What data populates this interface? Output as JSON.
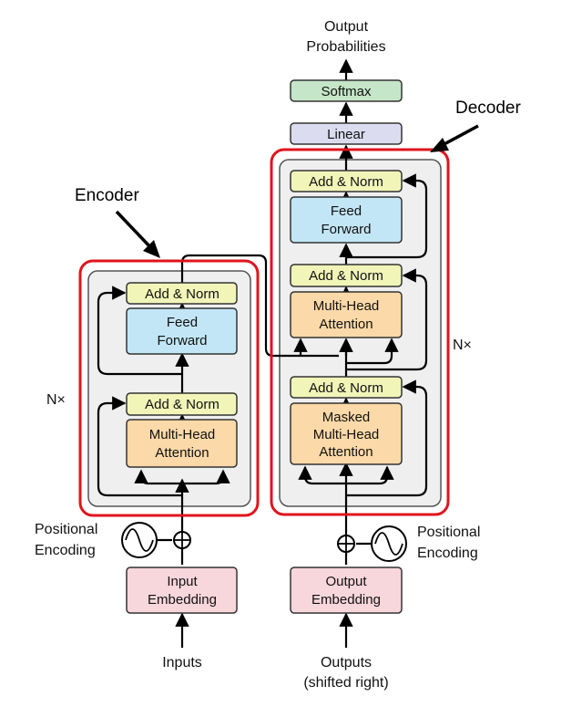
{
  "encoder": {
    "title": "Encoder",
    "repeat": "N×",
    "add_norm_top": "Add & Norm",
    "feed_forward": [
      "Feed",
      "Forward"
    ],
    "add_norm_bottom": "Add & Norm",
    "attention": [
      "Multi-Head",
      "Attention"
    ],
    "embedding": [
      "Input",
      "Embedding"
    ],
    "input_label": "Inputs",
    "positional_encoding": [
      "Positional",
      "Encoding"
    ]
  },
  "decoder": {
    "title": "Decoder",
    "repeat": "N×",
    "add_norm_top": "Add & Norm",
    "feed_forward": [
      "Feed",
      "Forward"
    ],
    "add_norm_mid": "Add & Norm",
    "attention": [
      "Multi-Head",
      "Attention"
    ],
    "add_norm_bottom": "Add & Norm",
    "masked_attention": [
      "Masked",
      "Multi-Head",
      "Attention"
    ],
    "embedding": [
      "Output",
      "Embedding"
    ],
    "input_label": [
      "Outputs",
      "(shifted right)"
    ],
    "positional_encoding": [
      "Positional",
      "Encoding"
    ]
  },
  "head": {
    "linear": "Linear",
    "softmax": "Softmax",
    "output_label": [
      "Output",
      "Probabilities"
    ]
  },
  "colors": {
    "add_norm": "#f1f5b8",
    "feed_forward": "#c2e6f5",
    "attention": "#fcd9a8",
    "embedding": "#f7d6dc",
    "linear": "#dcdcf0",
    "softmax": "#c5e6c8",
    "stack_bg": "#efefef",
    "highlight": "#e0141e"
  }
}
